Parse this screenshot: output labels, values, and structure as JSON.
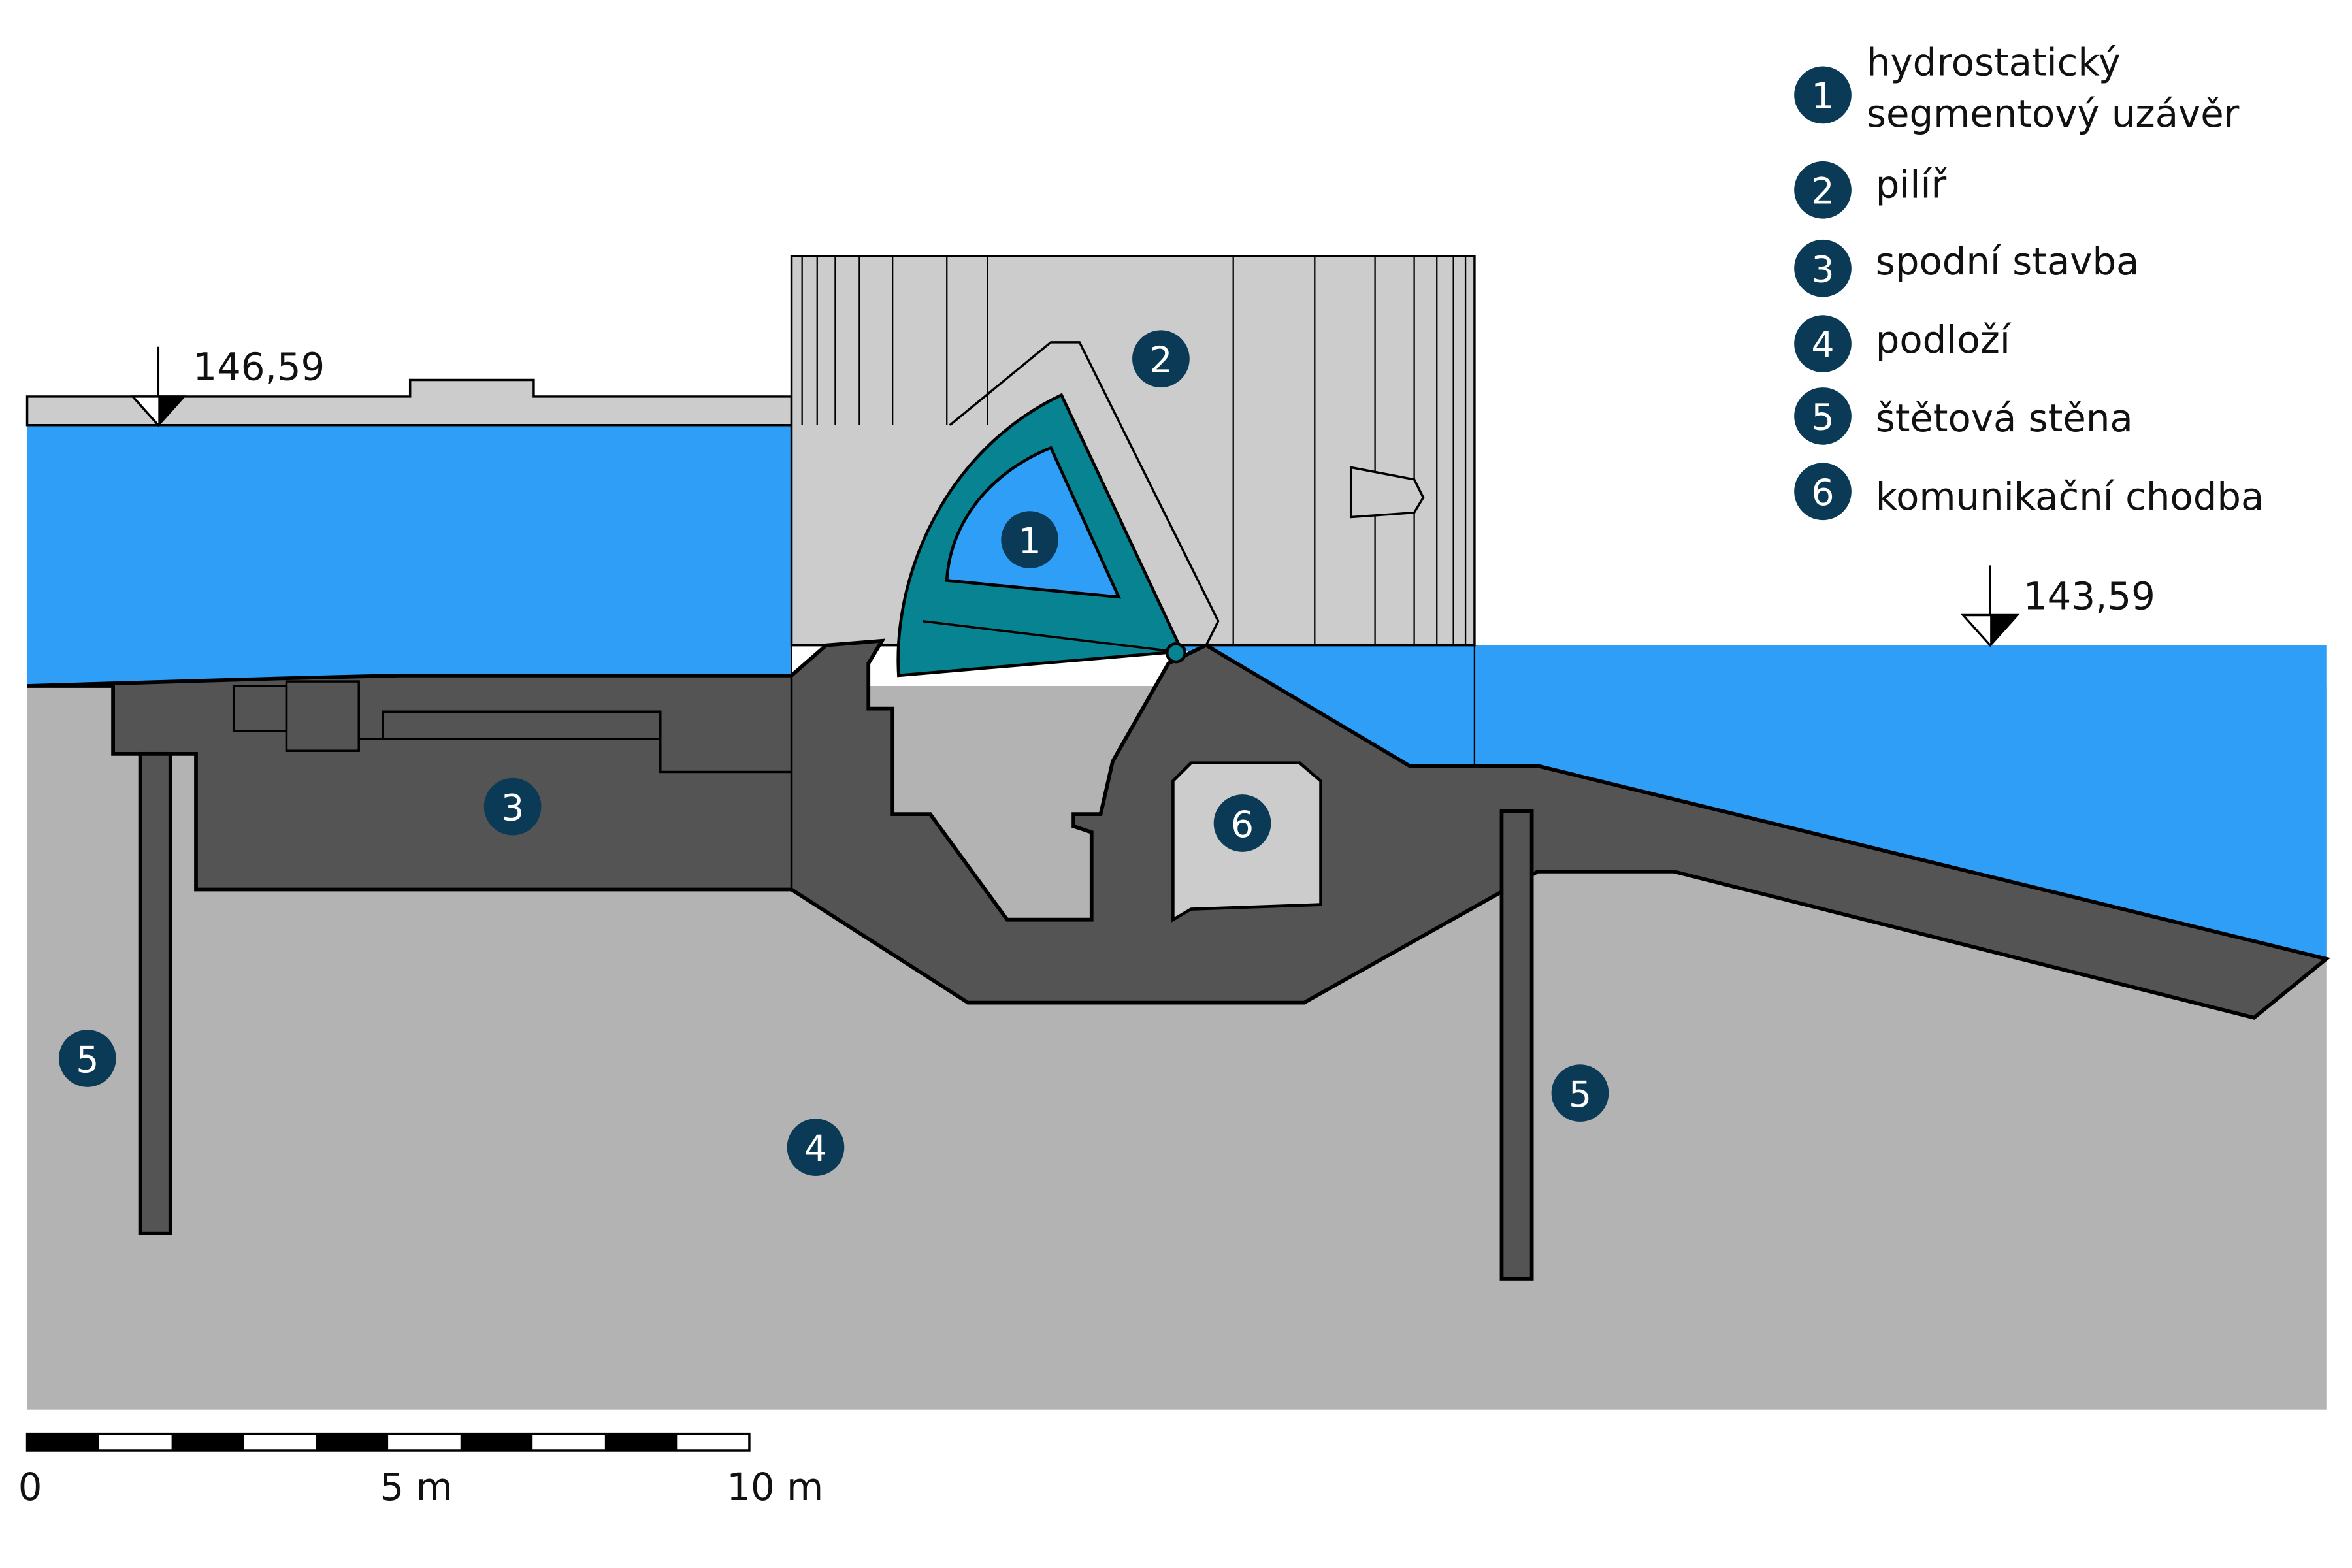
{
  "colors": {
    "water": "#2f9ef6",
    "concrete": "#545454",
    "ground": "#b3b3b3",
    "pier": "#cccccc",
    "gate": "#088391",
    "marker": "#0a3a55",
    "outline": "#000000"
  },
  "levels": {
    "upstream": "146,59",
    "downstream": "143,59"
  },
  "markers": {
    "m1": "1",
    "m2": "2",
    "m3": "3",
    "m4": "4",
    "m5a": "5",
    "m5b": "5",
    "m6": "6"
  },
  "legend": [
    {
      "number": "1",
      "label_line1": "hydrostatický",
      "label_line2": "segmentový uzávěr"
    },
    {
      "number": "2",
      "label": "pilíř"
    },
    {
      "number": "3",
      "label": "spodní stavba"
    },
    {
      "number": "4",
      "label": "podloží"
    },
    {
      "number": "5",
      "label": "štětová stěna"
    },
    {
      "number": "6",
      "label": "komunikační chodba"
    }
  ],
  "scale_bar": {
    "label_start": "0",
    "label_mid": "5 m",
    "label_end": "10 m",
    "segments": 10
  }
}
